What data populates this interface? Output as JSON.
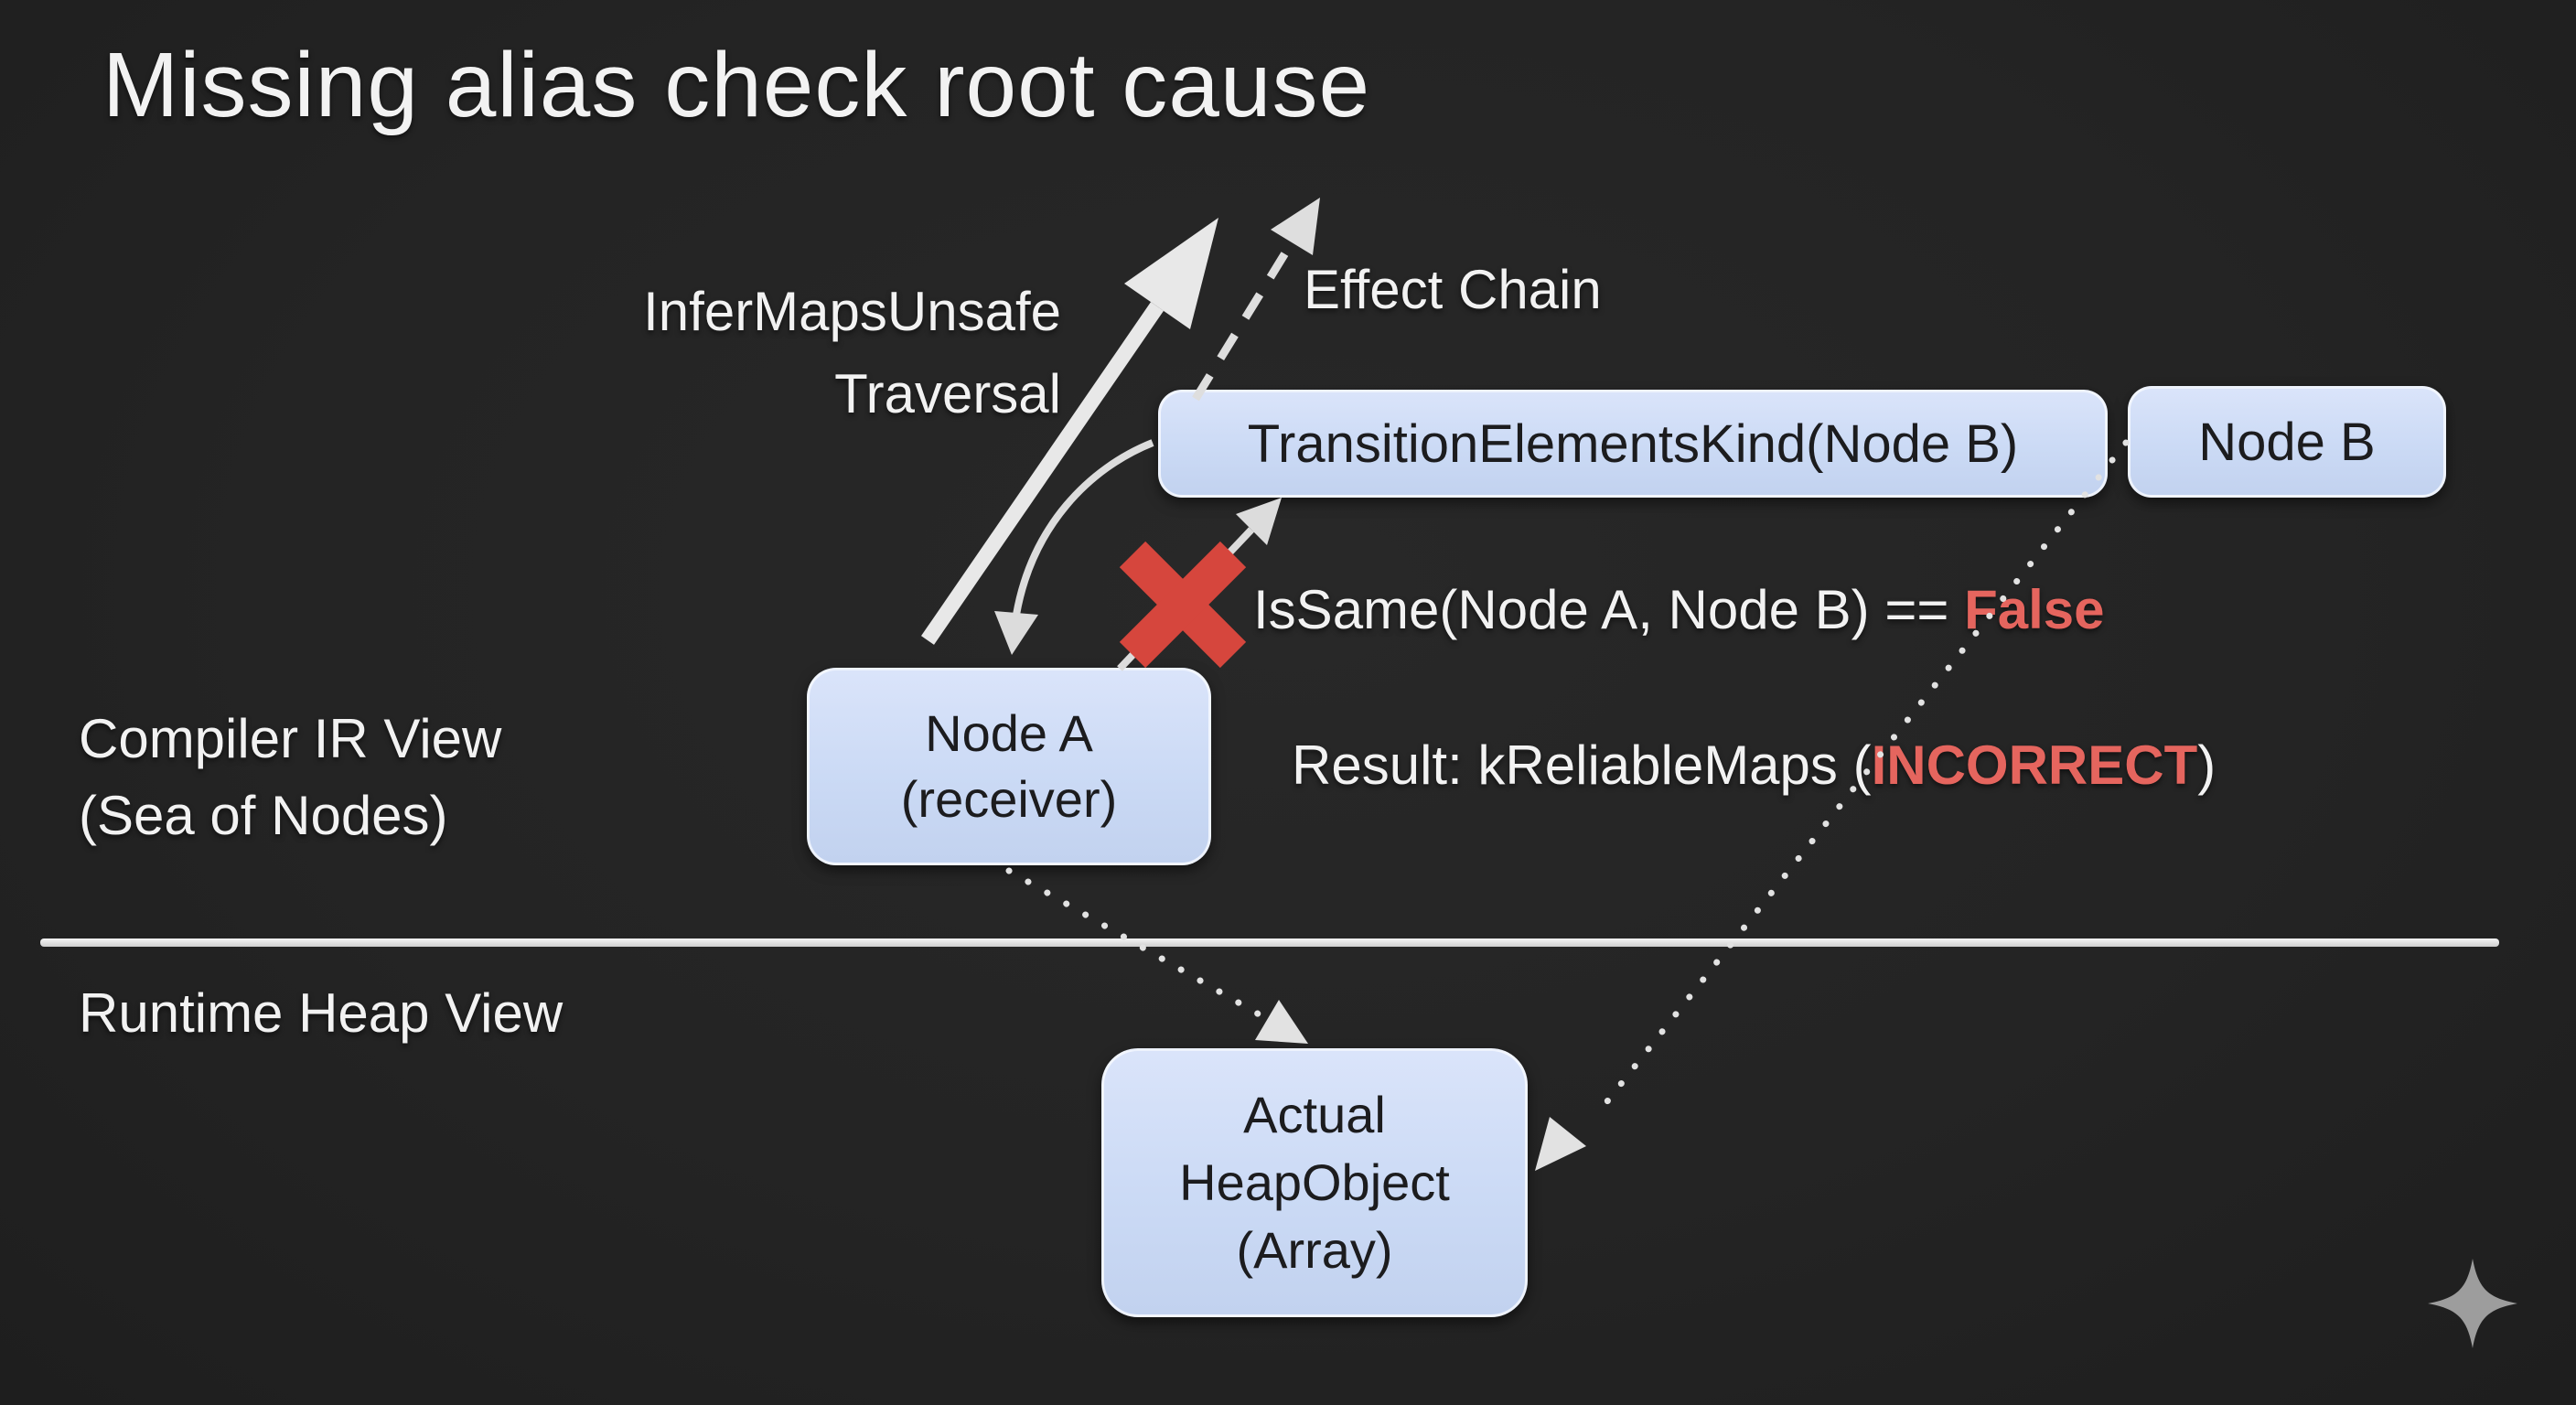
{
  "slide": {
    "title": "Missing alias check root cause",
    "top_section": {
      "traversal_label_line1": "InferMapsUnsafe",
      "traversal_label_line2": "Traversal",
      "effect_chain_label": "Effect Chain"
    },
    "compiler_section": {
      "label_line1": "Compiler IR View",
      "label_line2": "(Sea of Nodes)",
      "issame_prefix": "IsSame(Node A, Node B) == ",
      "issame_value": "False",
      "result_prefix": "Result: kReliableMaps (",
      "result_value": "INCORRECT",
      "result_suffix": ")"
    },
    "runtime_section": {
      "label": "Runtime Heap View"
    },
    "nodes": {
      "transition": {
        "label": "TransitionElementsKind(Node B)"
      },
      "node_b": {
        "label": "Node B"
      },
      "node_a": {
        "line1": "Node A",
        "line2": "(receiver)"
      },
      "heap_object": {
        "line1": "Actual",
        "line2": "HeapObject",
        "line3": "(Array)"
      }
    },
    "icons": {
      "x_mark": "red-x-mismatch",
      "sparkle": "four-point-star"
    },
    "colors": {
      "background": "#242424",
      "text": "#f2f2f2",
      "red_text": "#e5655e",
      "red_x": "#d6463d",
      "box_fill": "#cbdaf5",
      "box_text": "#1c1c1e",
      "line": "#dedede",
      "sparkle": "#9d9d9d"
    }
  }
}
